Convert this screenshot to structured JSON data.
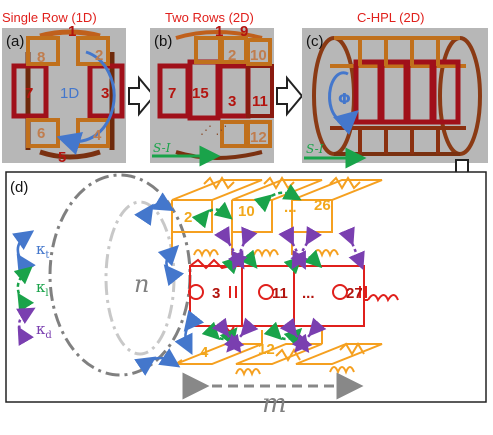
{
  "panels": {
    "a": {
      "label": "(a)",
      "title": "Single Row (1D)",
      "arrow_label": "1D",
      "cells": [
        "1",
        "2",
        "3",
        "4",
        "5",
        "6",
        "7",
        "8"
      ]
    },
    "b": {
      "label": "(b)",
      "title": "Two Rows (2D)",
      "cells": [
        "1",
        "9",
        "2",
        "10",
        "7",
        "15",
        "3",
        "11",
        "12"
      ],
      "si_label": "S-I"
    },
    "c": {
      "label": "(c)",
      "title": "C-HPL (2D)",
      "flux_label": "Φ",
      "si_label": "S-I"
    },
    "d": {
      "label": "(d)",
      "legend": [
        {
          "symbol": "κ",
          "sub": "t",
          "color": "#4477cc"
        },
        {
          "symbol": "κ",
          "sub": "l",
          "color": "#1aa34a"
        },
        {
          "symbol": "κ",
          "sub": "d",
          "color": "#7a3fb0"
        }
      ],
      "top_nodes": [
        "2",
        "10",
        "26"
      ],
      "top_dots": "...",
      "mid_nodes": [
        "3",
        "11",
        "27"
      ],
      "mid_dots": "...",
      "bottom_nodes": [
        "4",
        "12"
      ],
      "n_label": "n",
      "m_label": "m"
    }
  },
  "colors": {
    "red": "#e0201c",
    "orange": "#f5a020",
    "green": "#1aa34a",
    "blue": "#4477cc",
    "purple": "#7a3fb0",
    "gray": "#808080"
  }
}
